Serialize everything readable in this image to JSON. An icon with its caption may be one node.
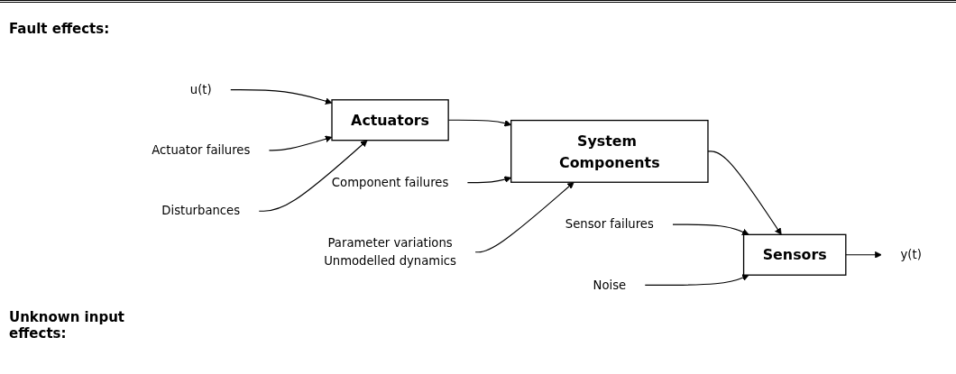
{
  "diagram": {
    "nodes": [
      {
        "text": [
          "u(t)"
        ]
      },
      {
        "text": [
          "Actuators"
        ]
      },
      {
        "text": [
          "System Components"
        ]
      },
      {
        "text": [
          "Sensors"
        ]
      },
      {
        "text": [
          "y(t)"
        ]
      },
      {
        "text": [
          "Actuator failures"
        ]
      },
      {
        "text": [
          "Component failures"
        ]
      },
      {
        "text": [
          "Sensor failures"
        ]
      },
      {
        "text": [
          "Disturbances"
        ]
      },
      {
        "text": [
          "Parameter variations",
          "Unmodelled dynamics"
        ]
      },
      {
        "text": [
          "Noise"
        ]
      }
    ],
    "edges": [
      {
        "from": 0,
        "to": 1,
        "arrow": "to"
      },
      {
        "from": 1,
        "to": 2,
        "arrow": "to"
      },
      {
        "from": 2,
        "to": 3,
        "arrow": "to"
      },
      {
        "from": 3,
        "to": 4,
        "arrow": "to"
      },
      {
        "from": 5,
        "to": 1,
        "arrow": "to"
      },
      {
        "from": 6,
        "to": 2,
        "arrow": "to"
      },
      {
        "from": 7,
        "to": 3,
        "arrow": "to"
      },
      {
        "from": 8,
        "to": 1,
        "arrow": "to"
      },
      {
        "from": 9,
        "to": 2,
        "arrow": "to"
      },
      {
        "from": 10,
        "to": 3,
        "arrow": "to"
      }
    ],
    "labels": [
      "Fault effects:",
      "Unknown input effects:"
    ]
  }
}
